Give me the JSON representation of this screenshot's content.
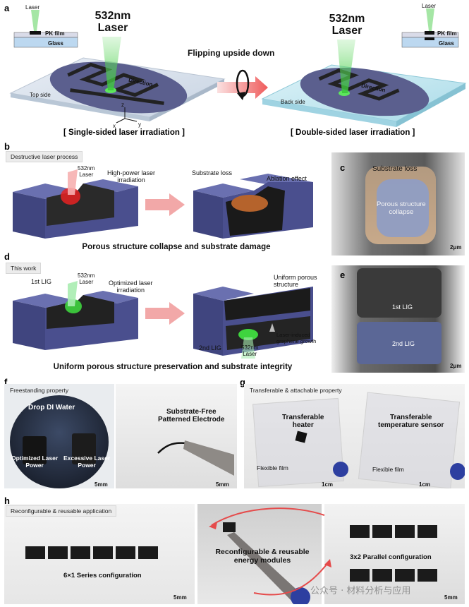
{
  "panel_a": {
    "letter": "a",
    "left_inset": {
      "laser": "Laser",
      "film": "PK film",
      "glass": "Glass"
    },
    "right_inset": {
      "laser": "Laser",
      "film": "PK film",
      "glass": "Glass"
    },
    "left_laser_title": "532nm\nLaser",
    "right_laser_title": "532nm\nLaser",
    "flip_label": "Flipping upside down",
    "top_side": "Top side",
    "back_side": "Back side",
    "direction_left": "Direction",
    "direction_right": "Direction",
    "axis_z": "z",
    "axis_x": "x",
    "axis_y": "y",
    "caption_left": "[ Single-sided laser irradiation ]",
    "caption_right": "[ Double-sided laser irradiation ]"
  },
  "panel_b": {
    "letter": "b",
    "tag": "Destructive laser process",
    "laser_label": "532nm\nLaser",
    "power_label": "High-power laser\nirradiation",
    "substrate_loss": "Substrate loss",
    "ablation": "Ablation effect",
    "caption": "Porous structure collapse and substrate damage"
  },
  "panel_c": {
    "letter": "c",
    "substrate_loss": "Substrate loss",
    "porous": "Porous structure\ncollapse",
    "scale": "2μm"
  },
  "panel_d": {
    "letter": "d",
    "tag": "This work",
    "first_lig": "1st LIG",
    "laser_label": "532nm\nLaser",
    "optimized": "Optimized laser\nirradiation",
    "uniform": "Uniform porous\nstructure",
    "second_lig": "2nd LIG",
    "laser_label_bottom": "532nm\nLaser",
    "growth": "Laser-induced\ngraphene growth",
    "caption": "Uniform porous structure preservation and substrate integrity"
  },
  "panel_e": {
    "letter": "e",
    "first_lig": "1st LIG",
    "second_lig": "2nd LIG",
    "scale": "2μm"
  },
  "panel_f": {
    "letter": "f",
    "tag": "Freestanding property",
    "drop": "Drop DI Water",
    "optimized": "Optimized Laser\nPower",
    "excessive": "Excessive Laser\nPower",
    "scale_left": "5mm",
    "electrode": "Substrate-Free\nPatterned Electrode",
    "scale_right": "5mm"
  },
  "panel_g": {
    "letter": "g",
    "tag": "Transferable & attachable property",
    "heater": "Transferable\nheater",
    "sensor": "Transferable\ntemperature sensor",
    "flex_left": "Flexible film",
    "flex_right": "Flexible film",
    "scale_left": "1cm",
    "scale_right": "1cm"
  },
  "panel_h": {
    "letter": "h",
    "tag": "Reconfigurable & reusable application",
    "series": "6×1 Series configuration",
    "modules": "Reconfigurable & reusable\nenergy modules",
    "parallel": "3x2 Parallel configuration",
    "scale_left": "5mm",
    "scale_right": "5mm",
    "watermark": "公众号 · 材料分析与应用"
  },
  "colors": {
    "block": "#4a4f8e",
    "block_top": "#6a70b0",
    "lig": "#1d1d1d",
    "green": "#3ed43e",
    "red": "#e62222",
    "arrow_pink": "#f2a8a8",
    "sem_bg": "#8a8a8a"
  }
}
